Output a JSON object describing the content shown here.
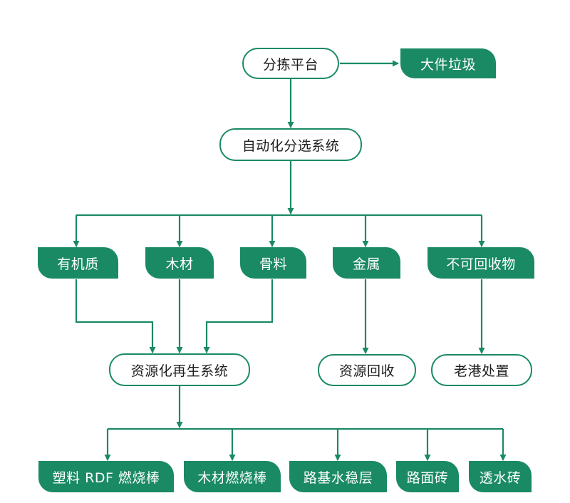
{
  "colors": {
    "primary": "#1a8a64",
    "pill_fill": "#ffffff",
    "pill_text": "#1e1e1e",
    "leaf_text": "#ffffff"
  },
  "nodes": {
    "sorting_platform": "分拣平台",
    "bulky_waste": "大件垃圾",
    "auto_sorting": "自动化分选系统",
    "organic": "有机质",
    "wood": "木材",
    "aggregate": "骨料",
    "metal": "金属",
    "non_recyclable": "不可回收物",
    "recycling_system": "资源化再生系统",
    "resource_recovery": "资源回收",
    "laogang_disposal": "老港处置",
    "plastic_rdf": "塑料 RDF 燃烧棒",
    "wood_rod": "木材燃烧棒",
    "roadbed": "路基水稳层",
    "paving_brick": "路面砖",
    "permeable_brick": "透水砖"
  }
}
